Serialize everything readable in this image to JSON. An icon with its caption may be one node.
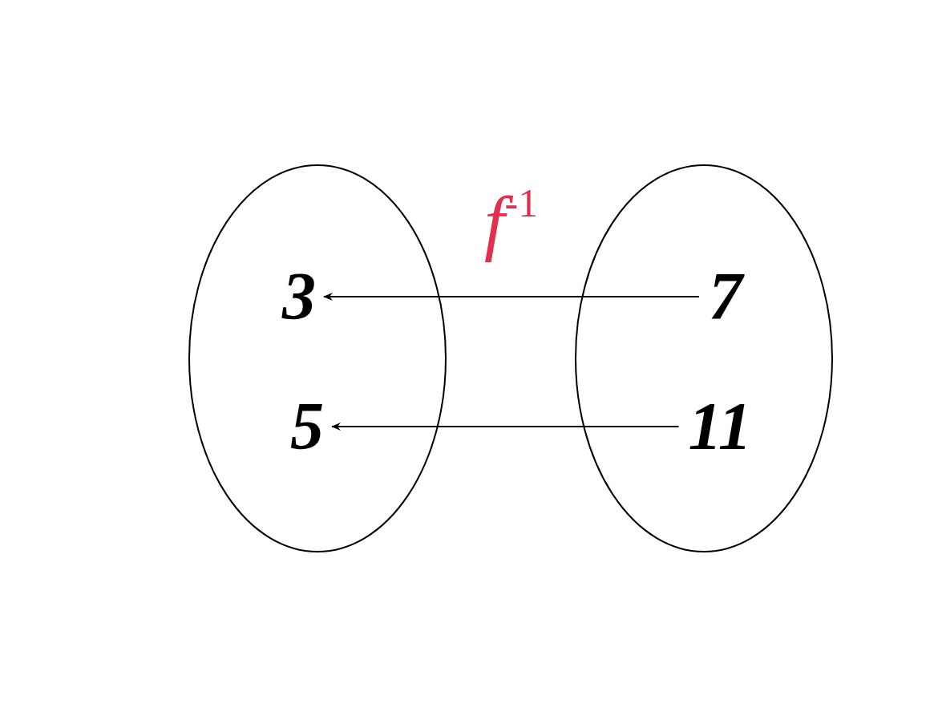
{
  "diagram": {
    "nodes": [
      {
        "text": [],
        "shape": "ellipse"
      },
      {
        "text": [],
        "shape": "ellipse"
      },
      {
        "text": [
          "3"
        ],
        "in": 0
      },
      {
        "text": [
          "5"
        ],
        "in": 0
      },
      {
        "text": [
          "7"
        ],
        "in": 1
      },
      {
        "text": [
          "11"
        ],
        "in": 1
      }
    ],
    "edges": [
      {
        "from": 4,
        "to": 2,
        "arrow": "to"
      },
      {
        "from": 5,
        "to": 3,
        "arrow": "to"
      }
    ],
    "labels": [
      "*f*$^{-1}$"
    ]
  }
}
